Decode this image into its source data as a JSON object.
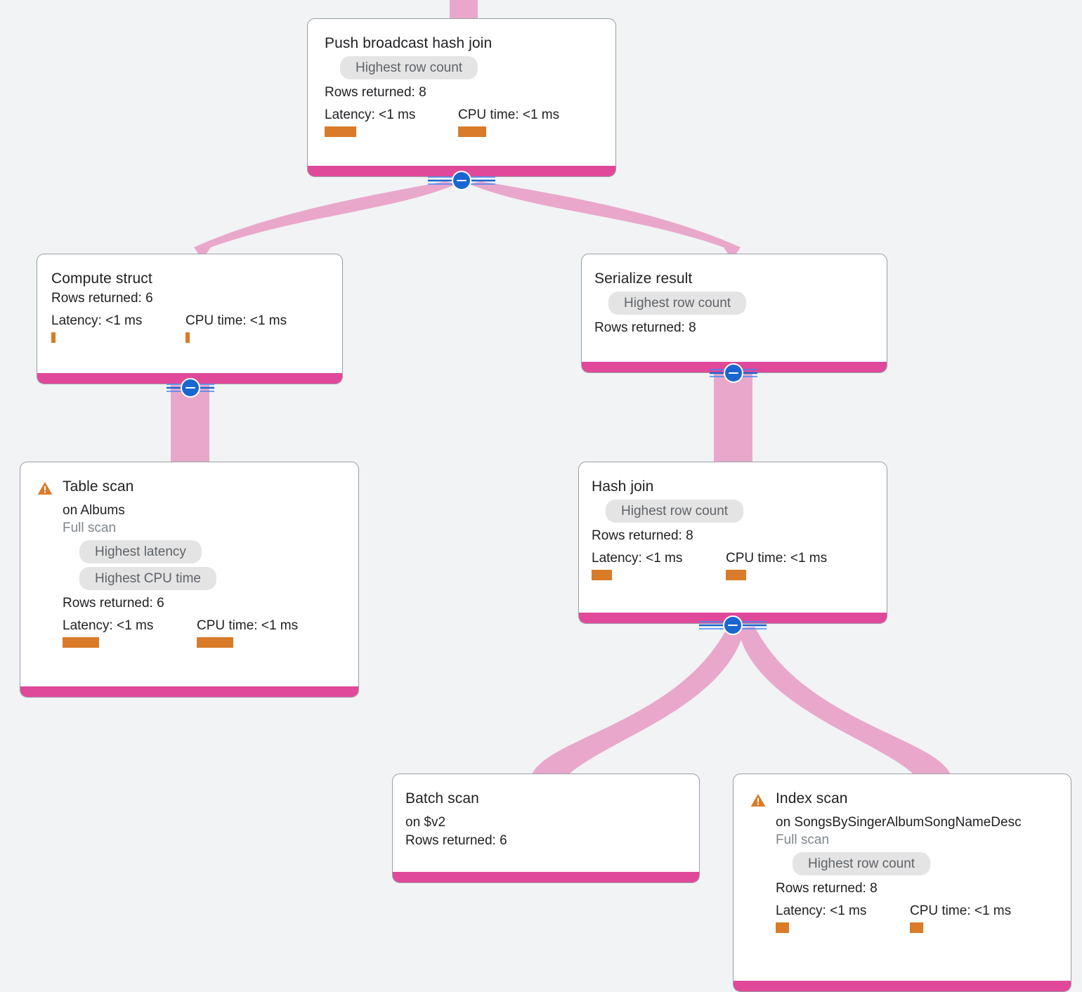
{
  "canvas": {
    "background_color": "#F1F3F4",
    "edge_color": "#E9A8CB",
    "footer_color": "#E0489A",
    "bar_color": "#D97B29",
    "chip_bg_color": "#E4E4E4",
    "chip_text_color": "#5F6368",
    "connector_color": "#1A66D0",
    "card_border_color": "#9AA0A6"
  },
  "labels": {
    "rows_returned_prefix": "Rows returned:",
    "latency_prefix": "Latency:",
    "cpu_prefix": "CPU time:",
    "on_prefix": "on"
  },
  "nodes": [
    {
      "id": "push-broadcast-hash-join",
      "title": "Push broadcast hash join",
      "warning": false,
      "chips": [
        "Highest row count"
      ],
      "rows_returned": "Rows returned: 8",
      "latency": "Latency: <1 ms",
      "cpu_time": "CPU time: <1 ms",
      "latency_bar_width": 45,
      "cpu_bar_width": 40,
      "has_metrics": true,
      "collapse_state": "expanded"
    },
    {
      "id": "compute-struct",
      "title": "Compute struct",
      "warning": false,
      "chips": [],
      "rows_returned": "Rows returned: 6",
      "latency": "Latency: <1 ms",
      "cpu_time": "CPU time: <1 ms",
      "latency_bar_width": 6,
      "cpu_bar_width": 6,
      "has_metrics": true,
      "collapse_state": "expanded"
    },
    {
      "id": "serialize-result",
      "title": "Serialize result",
      "warning": false,
      "chips": [
        "Highest row count"
      ],
      "rows_returned": "Rows returned: 8",
      "latency": "",
      "cpu_time": "",
      "latency_bar_width": 0,
      "cpu_bar_width": 0,
      "has_metrics": false,
      "collapse_state": "expanded"
    },
    {
      "id": "table-scan",
      "title": "Table scan",
      "warning": true,
      "target": "on Albums",
      "scan_type": "Full scan",
      "chips": [
        "Highest latency",
        "Highest CPU time"
      ],
      "rows_returned": "Rows returned: 6",
      "latency": "Latency: <1 ms",
      "cpu_time": "CPU time: <1 ms",
      "latency_bar_width": 52,
      "cpu_bar_width": 52,
      "has_metrics": true,
      "collapse_state": "none"
    },
    {
      "id": "hash-join",
      "title": "Hash join",
      "warning": false,
      "chips": [
        "Highest row count"
      ],
      "rows_returned": "Rows returned: 8",
      "latency": "Latency: <1 ms",
      "cpu_time": "CPU time: <1 ms",
      "latency_bar_width": 29,
      "cpu_bar_width": 29,
      "has_metrics": true,
      "collapse_state": "expanded"
    },
    {
      "id": "batch-scan",
      "title": "Batch scan",
      "warning": false,
      "target": "on $v2",
      "chips": [],
      "rows_returned": "Rows returned: 6",
      "latency": "",
      "cpu_time": "",
      "latency_bar_width": 0,
      "cpu_bar_width": 0,
      "has_metrics": false,
      "collapse_state": "none"
    },
    {
      "id": "index-scan",
      "title": "Index scan",
      "warning": true,
      "target": "on SongsBySingerAlbumSongNameDesc",
      "scan_type": "Full scan",
      "chips": [
        "Highest row count"
      ],
      "rows_returned": "Rows returned: 8",
      "latency": "Latency: <1 ms",
      "cpu_time": "CPU time: <1 ms",
      "latency_bar_width": 19,
      "cpu_bar_width": 19,
      "has_metrics": true,
      "collapse_state": "none"
    }
  ]
}
